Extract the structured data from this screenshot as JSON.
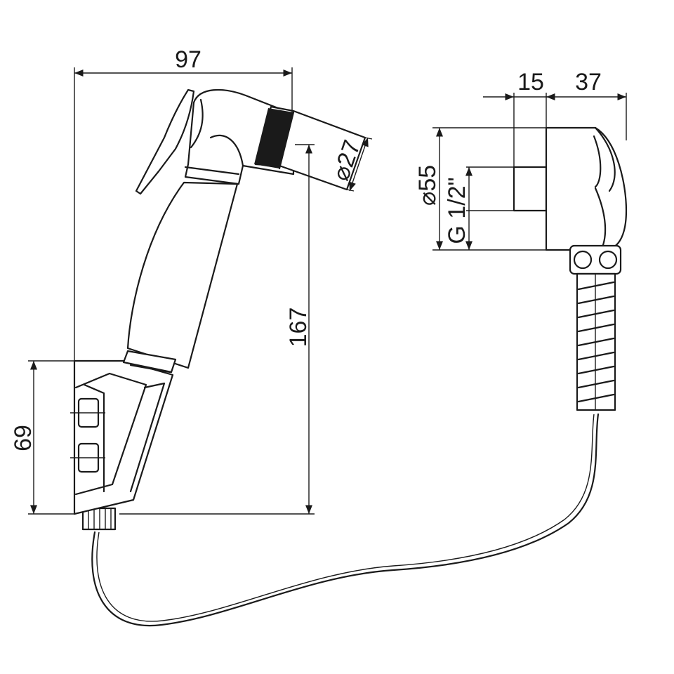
{
  "dimensions": {
    "handle_width": "97",
    "handle_height": "167",
    "bracket_height": "69",
    "nozzle_diameter": "27",
    "diameter_symbol": "⌀",
    "wall_offset": "15",
    "holder_depth": "37",
    "holder_diameter": "55",
    "thread": "G 1/2\""
  },
  "colors": {
    "line": "#1a1a1a",
    "background": "#ffffff"
  }
}
